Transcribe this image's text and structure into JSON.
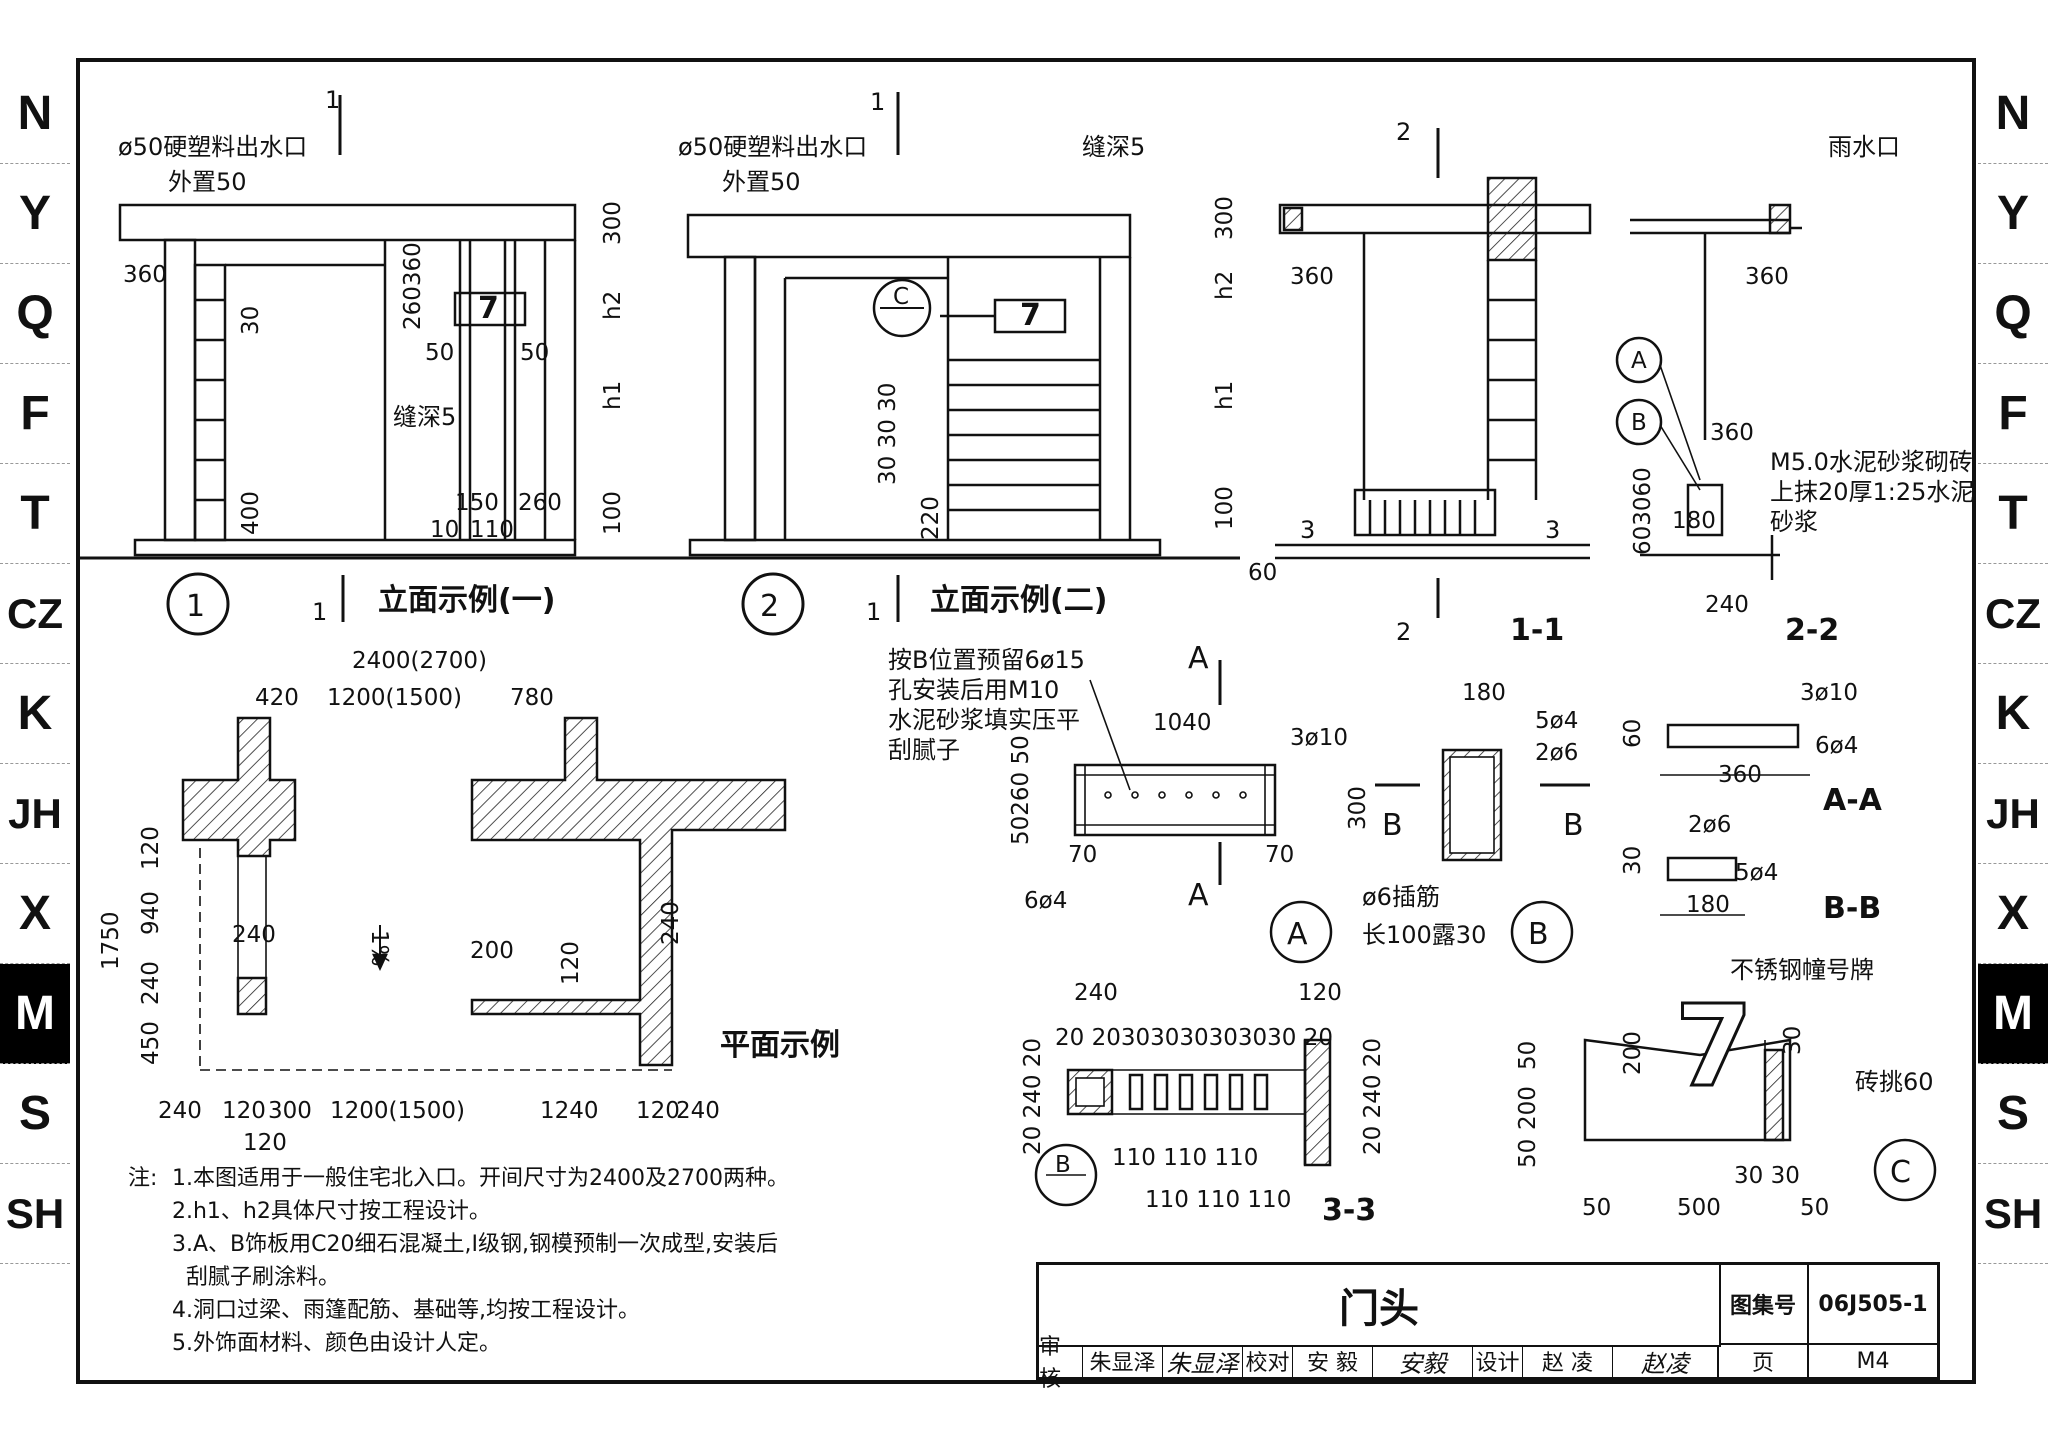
{
  "side_tabs": [
    "N",
    "Y",
    "Q",
    "F",
    "T",
    "CZ",
    "K",
    "JH",
    "X",
    "M",
    "S",
    "SH"
  ],
  "active_tab": "M",
  "elevation1": {
    "number": "1",
    "title": "立面示例(一)",
    "outlet": "ø50硬塑料出水口",
    "outlet_ext": "外置50",
    "groove": "缝深5",
    "plate": "7",
    "dims": {
      "d360": "360",
      "d300": "300",
      "d260_360": "260360",
      "h2": "h2",
      "h1": "h1",
      "d100": "100",
      "d30": "30",
      "d400": "400",
      "d50": "50",
      "d150": "150",
      "d260": "260",
      "d10": "10",
      "d110": "110"
    },
    "cut": "1"
  },
  "elevation2": {
    "number": "2",
    "title": "立面示例(二)",
    "outlet": "ø50硬塑料出水口",
    "outlet_ext": "外置50",
    "groove": "缝深5",
    "plate": "7",
    "callout": "C",
    "dims": {
      "d30_30_30": "30 30 30",
      "d220": "220"
    },
    "cut": "1"
  },
  "section11": {
    "title": "1-1",
    "dims": {
      "d300": "300",
      "h2": "h2",
      "h1": "h1",
      "d100": "100",
      "d360": "360",
      "d60": "60"
    },
    "cut2": "2",
    "cut3": "3"
  },
  "section22": {
    "title": "2-2",
    "rain_outlet": "雨水口",
    "masonry_1": "M5.0水泥砂浆砌砖",
    "masonry_2": "上抹20厚1:25水泥",
    "masonry_3": "砂浆",
    "callout_a": "A",
    "callout_b": "B",
    "dims": {
      "d360a": "360",
      "d360b": "360",
      "d180": "180",
      "d240": "240",
      "d60_30_60": "603060"
    }
  },
  "plan": {
    "title": "平面示例",
    "slope": "1%",
    "dims_top": {
      "overall": "2400(2700)",
      "d420": "420",
      "mid": "1200(1500)",
      "d780": "780"
    },
    "dims_left": {
      "d1750": "1750",
      "d120": "120",
      "d940": "940",
      "d240": "240",
      "d450": "450"
    },
    "dims_inner": {
      "d240": "240",
      "d200": "200",
      "d120": "120",
      "d240b": "240"
    },
    "dims_bottom": {
      "d240": "240",
      "d120": "120",
      "d300": "300",
      "mid": "1200(1500)",
      "d1240": "1240",
      "d120b": "120",
      "d240b": "240",
      "d120c": "120"
    }
  },
  "detail_a": {
    "callout": "A",
    "note_1": "按B位置预留6ø15",
    "note_2": "孔安装后用M10",
    "note_3": "水泥砂浆填实压平",
    "note_4": "刮腻子",
    "dims": {
      "d1040": "1040",
      "d3phi10": "3ø10",
      "d50_260_50": "50260 50",
      "d70a": "70",
      "d70b": "70",
      "d6phi4": "6ø4"
    },
    "cut": "A"
  },
  "detail_b": {
    "callout": "B",
    "dims": {
      "d180": "180",
      "d5phi4": "5ø4",
      "d2phi6": "2ø6",
      "d300": "300"
    },
    "rebar_1": "ø6插筋",
    "rebar_2": "长100露30",
    "cut": "B"
  },
  "section_aa": {
    "title": "A-A",
    "d3phi10": "3ø10",
    "d6phi4": "6ø4",
    "d360": "360",
    "d60": "60"
  },
  "section_bb": {
    "title": "B-B",
    "d2phi6": "2ø6",
    "d5phi4": "5ø4",
    "d180": "180",
    "d30": "30"
  },
  "section33": {
    "title": "3-3",
    "callout": "B",
    "dims_top": {
      "d240": "240",
      "d120": "120",
      "seq": "20 20303030303030 20"
    },
    "dims_side": {
      "d20_240_20": "20 240 20"
    },
    "dims_bottom1": {
      "seq": "110  110  110"
    },
    "dims_bottom2": {
      "seq": "110 110 110"
    }
  },
  "detail_c": {
    "callout": "C",
    "plate_label": "不锈钢幢号牌",
    "plate": "7",
    "brick": "砖挑60",
    "dims": {
      "d200a": "200",
      "d50a": "50",
      "d200b": "200",
      "d50b": "50",
      "d30a": "30",
      "d30b": "30 30",
      "d50c": "50",
      "d500": "500",
      "d50d": "50"
    }
  },
  "notes": {
    "prefix": "注:",
    "items": [
      "1.本图适用于一般住宅北入口。开间尺寸为2400及2700两种。",
      "2.h1、h2具体尺寸按工程设计。",
      "3.A、B饰板用C20细石混凝土,Ⅰ级钢,钢模预制一次成型,安装后",
      "刮腻子刷涂料。",
      "4.洞口过梁、雨篷配筋、基础等,均按工程设计。",
      "5.外饰面材料、颜色由设计人定。"
    ]
  },
  "title_block": {
    "title": "门头",
    "atlas_label": "图集号",
    "atlas_no": "06J505-1",
    "review_label": "审核",
    "review_name": "朱显泽",
    "review_sig": "朱显泽",
    "check_label": "校对",
    "check_name": "安 毅",
    "check_sig": "安毅",
    "design_label": "设计",
    "design_name": "赵 凌",
    "design_sig": "赵凌",
    "page_label": "页",
    "page_no": "M4"
  }
}
